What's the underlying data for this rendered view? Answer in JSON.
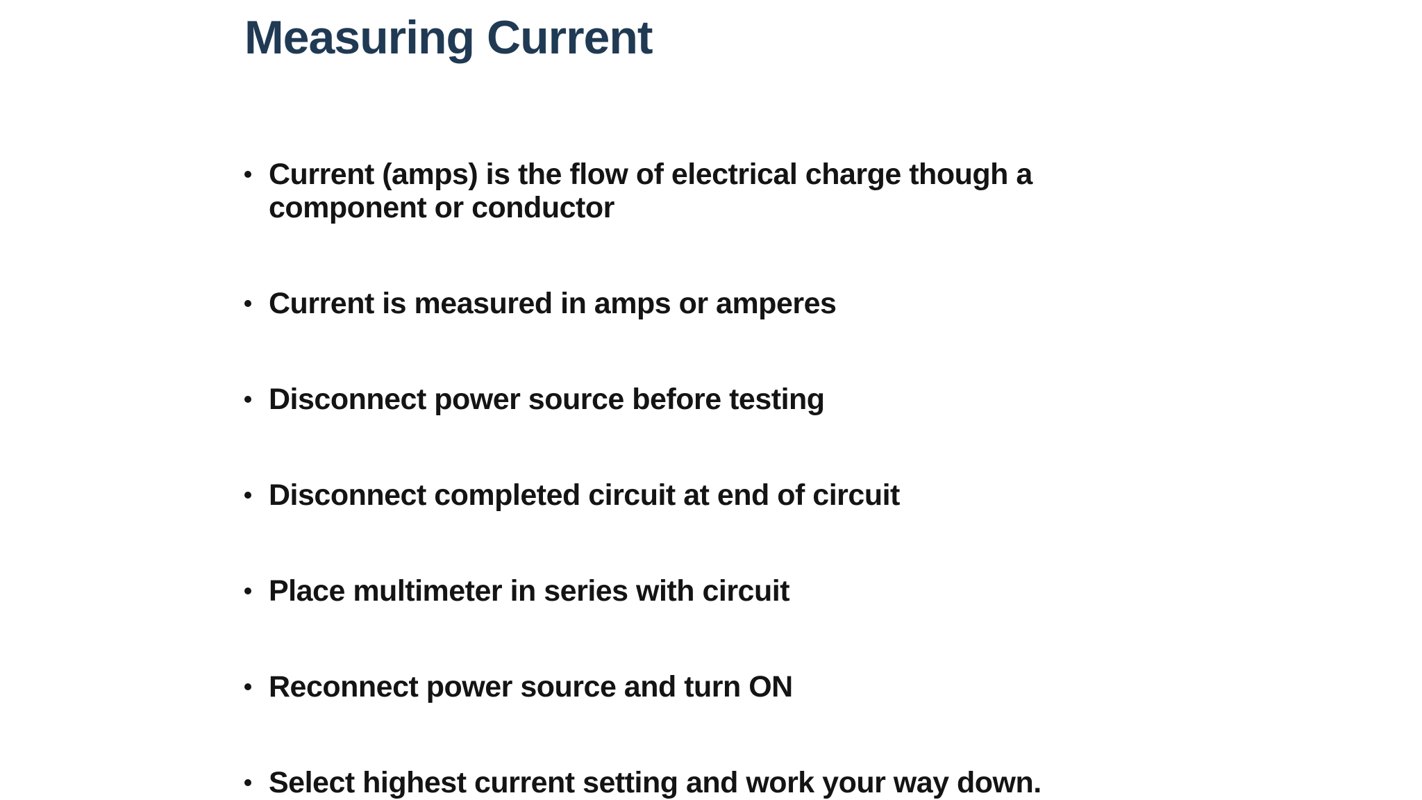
{
  "slide": {
    "title": "Measuring Current",
    "bullets": [
      "Current (amps) is the flow of electrical charge though a component or conductor",
      "Current is measured in amps or amperes",
      "Disconnect power source before testing",
      "Disconnect completed circuit at end of circuit",
      "Place multimeter in series with circuit",
      "Reconnect power source and turn ON",
      "Select highest current setting and work your way down."
    ],
    "colors": {
      "title": "#203a54",
      "body": "#141414",
      "background": "#ffffff"
    }
  }
}
